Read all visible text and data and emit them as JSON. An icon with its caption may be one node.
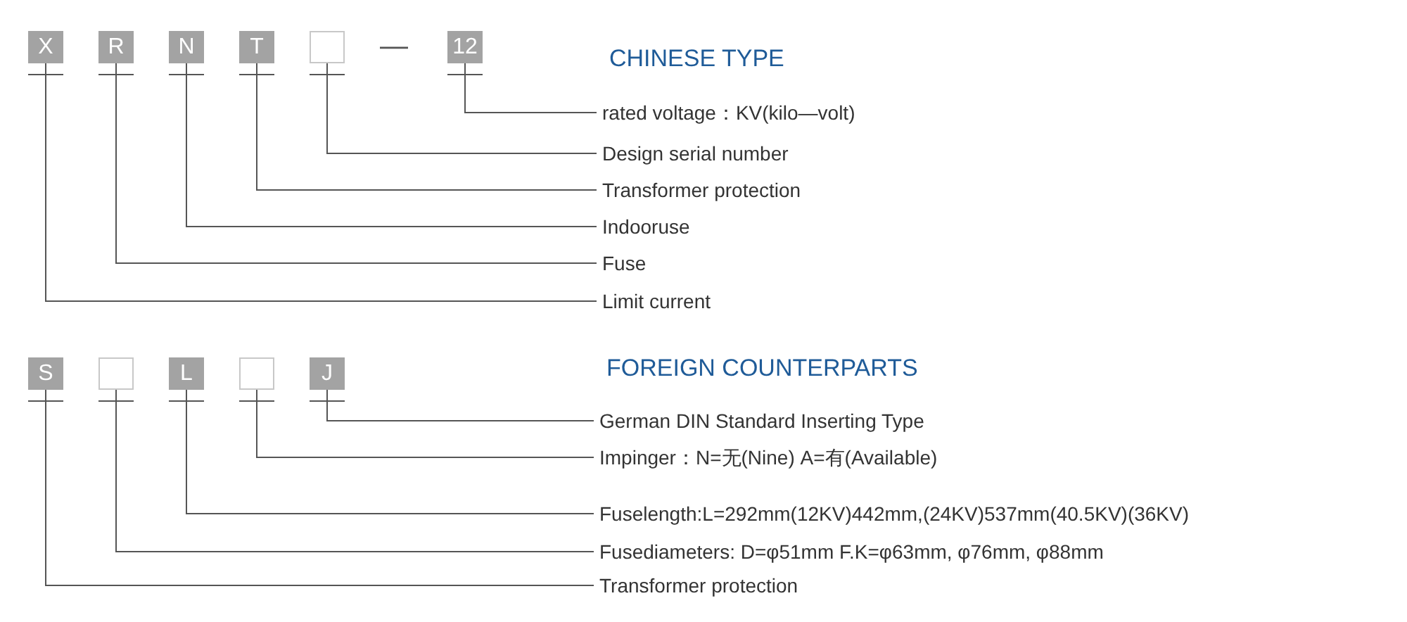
{
  "diagram": {
    "nodes": [
      {
        "text": [
          "X"
        ]
      },
      {
        "text": [
          "R"
        ]
      },
      {
        "text": [
          "N"
        ]
      },
      {
        "text": [
          "T"
        ]
      },
      {
        "text": [],
        "shape": "box"
      },
      {
        "text": [
          "12"
        ]
      },
      {
        "text": [
          "rated voltage：KV(kilo—volt)"
        ]
      },
      {
        "text": [
          "Design serial number"
        ]
      },
      {
        "text": [
          "Transformer protection"
        ]
      },
      {
        "text": [
          "Indooruse"
        ]
      },
      {
        "text": [
          "Fuse"
        ]
      },
      {
        "text": [
          "Limit current"
        ]
      },
      {
        "text": [
          "S"
        ]
      },
      {
        "text": [],
        "shape": "box"
      },
      {
        "text": [
          "L"
        ]
      },
      {
        "text": [],
        "shape": "box"
      },
      {
        "text": [
          "J"
        ]
      },
      {
        "text": [
          "German DIN Standard Inserting Type"
        ]
      },
      {
        "text": [
          "Impinger：N=无(Nine)  A=有(Available)"
        ]
      },
      {
        "text": [
          "Fuselength:L=292mm(12KV)442mm,(24KV)537mm(40.5KV)(36KV)"
        ]
      },
      {
        "text": [
          "Fusediameters:  D=φ51mm  F.K=φ63mm, φ76mm, φ88mm"
        ]
      },
      {
        "text": [
          "Transformer protection"
        ]
      }
    ],
    "edges": [
      {
        "from": 5,
        "to": 6,
        "arrow": "none"
      },
      {
        "from": 4,
        "to": 7,
        "arrow": "none"
      },
      {
        "from": 3,
        "to": 8,
        "arrow": "none"
      },
      {
        "from": 2,
        "to": 9,
        "arrow": "none"
      },
      {
        "from": 1,
        "to": 10,
        "arrow": "none"
      },
      {
        "from": 0,
        "to": 11,
        "arrow": "none"
      },
      {
        "from": 16,
        "to": 17,
        "arrow": "none"
      },
      {
        "from": 15,
        "to": 18,
        "arrow": "none"
      },
      {
        "from": 14,
        "to": 19,
        "arrow": "none"
      },
      {
        "from": 13,
        "to": 20,
        "arrow": "none"
      },
      {
        "from": 12,
        "to": 21,
        "arrow": "none"
      }
    ],
    "labels": [
      "—",
      "CHINESE TYPE",
      "FOREIGN COUNTERPARTS"
    ]
  }
}
